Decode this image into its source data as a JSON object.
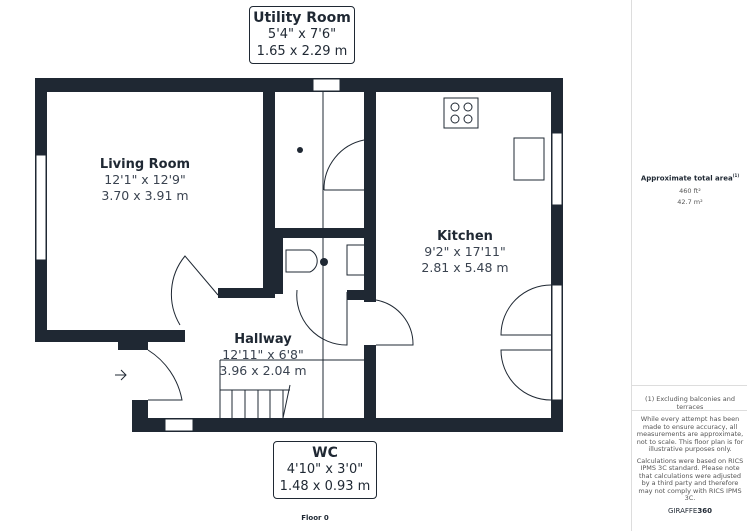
{
  "rooms": {
    "utility": {
      "name": "Utility Room",
      "imperial": "5'4\" x 7'6\"",
      "metric": "1.65 x 2.29 m"
    },
    "living": {
      "name": "Living Room",
      "imperial": "12'1\" x 12'9\"",
      "metric": "3.70 x 3.91 m"
    },
    "kitchen": {
      "name": "Kitchen",
      "imperial": "9'2\" x 17'11\"",
      "metric": "2.81 x 5.48 m"
    },
    "hallway": {
      "name": "Hallway",
      "imperial": "12'11\" x 6'8\"",
      "metric": "3.96 x 2.04 m"
    },
    "wc": {
      "name": "WC",
      "imperial": "4'10\" x 3'0\"",
      "metric": "1.48 x 0.93 m"
    }
  },
  "floor_label": "Floor 0",
  "panel": {
    "area_title": "Approximate total area",
    "area_sup": "(1)",
    "area_ft": "460 ft²",
    "area_m": "42.7 m²",
    "footnote": "(1) Excluding balconies and terraces",
    "disclaimer": "While every attempt has been made to ensure accuracy, all measurements are approximate, not to scale. This floor plan is for illustrative purposes only.",
    "calc_note": "Calculations were based on RICS IPMS 3C standard. Please note that calculations were adjusted by a third party and therefore may not comply with RICS IPMS 3C.",
    "brand_a": "GIRAFFE",
    "brand_b": "360"
  },
  "colors": {
    "wall": "#1f2833",
    "line": "#1f2833"
  }
}
